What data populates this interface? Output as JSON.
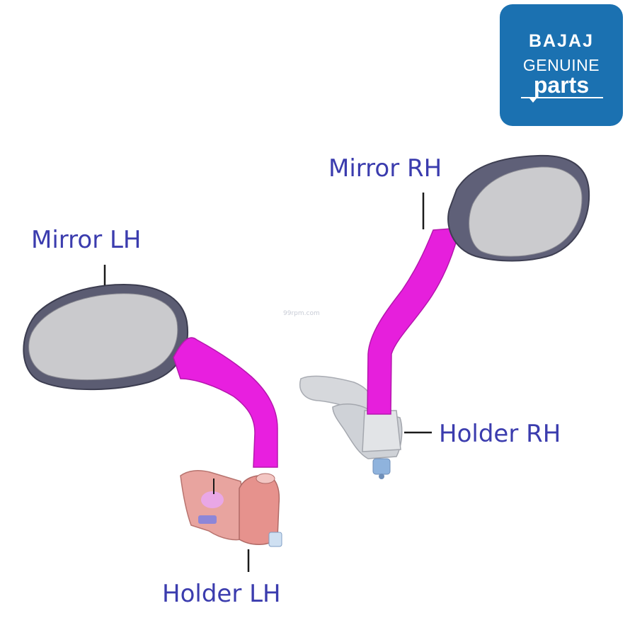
{
  "colors": {
    "label_text": "#3b3cae",
    "leader_line": "#1a1a1a",
    "mirror_glass": "#c9c9cc",
    "mirror_frame": "#5a5a6e",
    "stem": "#e81be0",
    "holder_lh": "#e8a29e",
    "holder_rh": "#d3d5d9",
    "logo_bg": "#1b71b1"
  },
  "labels": {
    "mirror_lh": "Mirror LH",
    "mirror_rh": "Mirror RH",
    "holder_lh": "Holder LH",
    "holder_rh": "Holder RH"
  },
  "logo": {
    "line1": "BAJAJ",
    "line2": "GENUINE",
    "line3": "parts"
  },
  "watermark": "99rpm.com"
}
